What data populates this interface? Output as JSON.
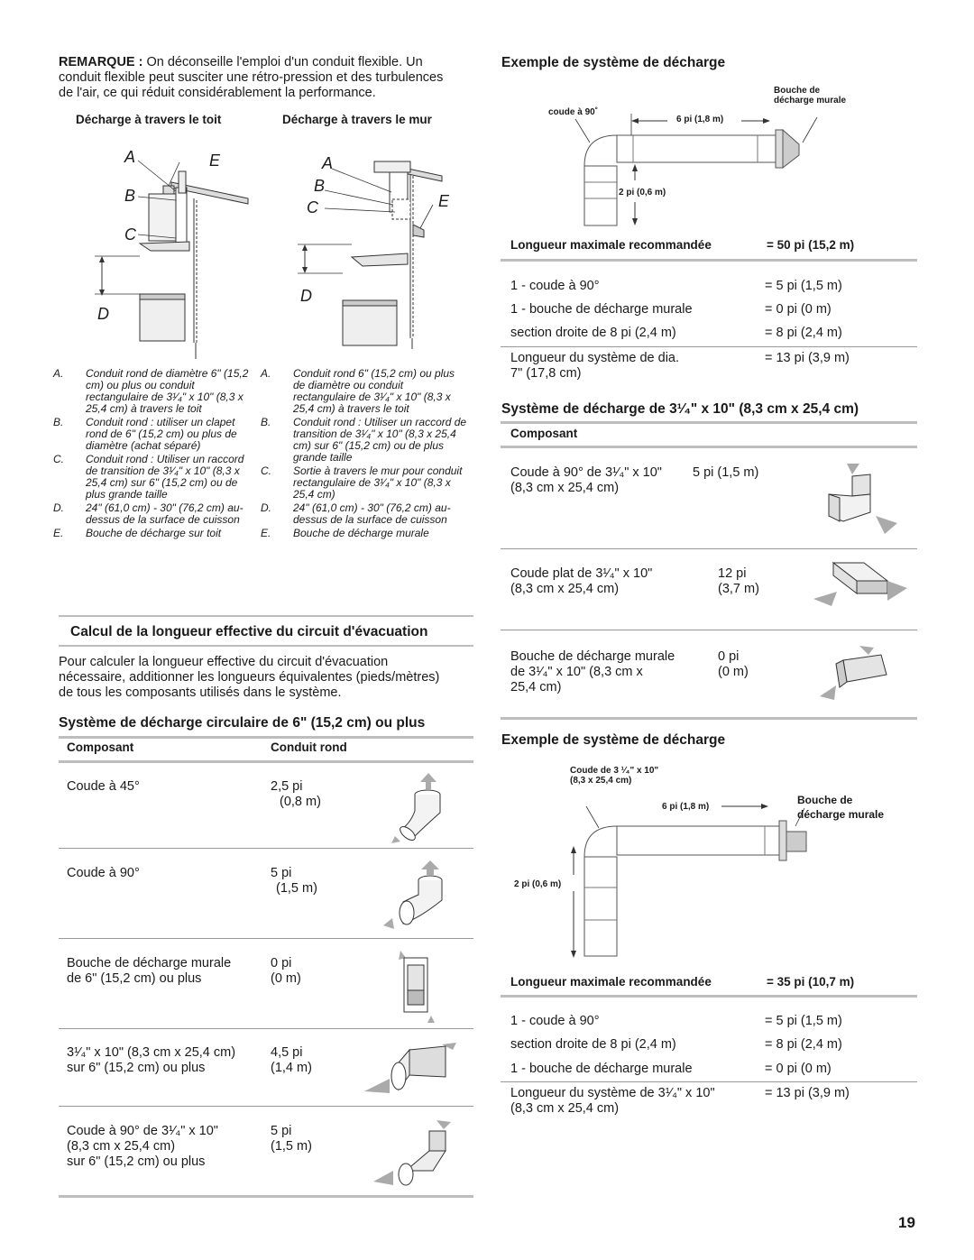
{
  "note": {
    "prefix": "REMARQUE :",
    "line1": " On déconseille l'emploi d'un conduit flexible. Un",
    "line2": "conduit flexible peut susciter une rétro-pression et des turbulences",
    "line3": "de l'air, ce qui réduit considérablement la performance."
  },
  "fig_top": {
    "roof_title": "Décharge à travers le toit",
    "wall_title": "Décharge à travers le mur",
    "roof_letters": [
      "A",
      "E",
      "B",
      "C",
      "D"
    ],
    "wall_letters": [
      "A",
      "B",
      "C",
      "E",
      "D"
    ]
  },
  "legend_roof": [
    {
      "k": "A.",
      "t": "Conduit rond de diamètre 6\" (15,2 cm) ou plus ou conduit rectangulaire de 3¹⁄₄\" x 10\" (8,3 x 25,4 cm) à travers le toit"
    },
    {
      "k": "B.",
      "t": "Conduit rond : utiliser un clapet rond de 6\" (15,2 cm) ou plus de diamètre (achat séparé)"
    },
    {
      "k": "C.",
      "t": "Conduit rond : Utiliser un raccord de transition de 3¹⁄₄\" x 10\" (8,3 x 25,4 cm) sur 6\" (15,2 cm) ou de plus grande taille"
    },
    {
      "k": "D.",
      "t": "24\" (61,0 cm) - 30\" (76,2 cm) au-dessus de la surface de cuisson"
    },
    {
      "k": "E.",
      "t": "Bouche de décharge sur toit"
    }
  ],
  "legend_wall": [
    {
      "k": "A.",
      "t": "Conduit rond 6\" (15,2 cm) ou plus de diamètre ou conduit rectangulaire de 3¹⁄₄\" x 10\" (8,3 x 25,4 cm) à travers le toit"
    },
    {
      "k": "B.",
      "t": "Conduit rond : Utiliser un raccord de transition de 3¹⁄₄\" x 10\" (8,3 x 25,4 cm) sur 6\" (15,2 cm) ou de plus grande taille"
    },
    {
      "k": "C.",
      "t": "Sortie à travers le mur pour conduit rectangulaire de 3¹⁄₄\" x 10\" (8,3 x 25,4 cm)"
    },
    {
      "k": "D.",
      "t": "24\" (61,0 cm) - 30\" (76,2 cm) au-dessus de la surface de cuisson"
    },
    {
      "k": "E.",
      "t": "Bouche de décharge murale"
    }
  ],
  "calc": {
    "heading": "Calcul de la longueur effective du circuit d'évacuation",
    "line1": "Pour calculer la longueur effective du circuit d'évacuation",
    "line2": "nécessaire, additionner les longueurs équivalentes (pieds/mètres)",
    "line3": "de tous les composants utilisés dans le système."
  },
  "circ": {
    "heading": "Système de décharge circulaire de 6\" (15,2 cm) ou plus",
    "col1": "Composant",
    "col2": "Conduit rond",
    "rows": [
      {
        "a": "Coude à 45°",
        "a2": "",
        "a3": "",
        "b": "2,5 pi",
        "b2": "(0,8 m)"
      },
      {
        "a": "Coude à 90°",
        "a2": "",
        "a3": "",
        "b": "5 pi",
        "b2": "(1,5 m)"
      },
      {
        "a": "Bouche de décharge murale",
        "a2": "de 6\" (15,2 cm) ou plus",
        "a3": "",
        "b": "0 pi",
        "b2": "(0 m)"
      },
      {
        "a": "3¹⁄₄\" x 10\" (8,3 cm x 25,4 cm)",
        "a2": "sur 6\" (15,2 cm) ou plus",
        "a3": "",
        "b": "4,5 pi",
        "b2": "(1,4 m)"
      },
      {
        "a": "Coude à 90° de 3¹⁄₄\" x 10\"",
        "a2": "(8,3 cm x 25,4 cm)",
        "a3": "sur 6\" (15,2 cm) ou plus",
        "b": "5 pi",
        "b2": "(1,5 m)"
      }
    ]
  },
  "ex1": {
    "heading": "Exemple de système de décharge",
    "elbow": "coude à 90˚",
    "len6": "6 pi (1,8 m)",
    "len2": "2 pi (0,6 m)",
    "cap1": "Bouche de",
    "cap2": "décharge murale",
    "max_label": "Longueur maximale recommandée",
    "max_val": "= 50 pi (15,2 m)",
    "rows": [
      {
        "a": "1 - coude à 90°",
        "b": "= 5 pi (1,5 m)"
      },
      {
        "a": "1 - bouche de décharge murale",
        "b": "= 0 pi (0 m)"
      },
      {
        "a": "section droite de 8 pi (2,4 m)",
        "b": "= 8 pi (2,4 m)"
      }
    ],
    "total_a": "Longueur du système de dia.",
    "total_a2": "7\" (17,8 cm)",
    "total_b": "= 13 pi (3,9 m)"
  },
  "rect": {
    "heading": "Système de décharge de 3¹⁄₄\" x 10\" (8,3 cm x 25,4 cm)",
    "col1": "Composant",
    "rows": [
      {
        "a": "Coude à 90° de 3¹⁄₄\" x 10\"",
        "a2": "(8,3 cm x 25,4 cm)",
        "a3": "",
        "b": "5 pi (1,5 m)",
        "b2": ""
      },
      {
        "a": "Coude plat de 3¹⁄₄\" x 10\"",
        "a2": "(8,3 cm x 25,4 cm)",
        "a3": "",
        "b": "12 pi",
        "b2": "(3,7 m)"
      },
      {
        "a": "Bouche de décharge murale",
        "a2": "de 3¹⁄₄\" x 10\" (8,3 cm x",
        "a3": "25,4 cm)",
        "b": "0 pi",
        "b2": "(0 m)"
      }
    ]
  },
  "ex2": {
    "heading": "Exemple de système de décharge",
    "elbow1": "Coude de 3 ¹⁄₄\" x 10\"",
    "elbow2": "(8,3  x  25,4  cm)",
    "len6": "6 pi (1,8 m)",
    "len2": "2 pi (0,6 m)",
    "cap1": "Bouche de",
    "cap2": "décharge murale",
    "max_label": "Longueur maximale recommandée",
    "max_val": "= 35 pi (10,7 m)",
    "rows": [
      {
        "a": "1 - coude à 90°",
        "b": "= 5 pi (1,5 m)"
      },
      {
        "a": "section droite de 8 pi (2,4 m)",
        "b": "= 8 pi (2,4 m)"
      },
      {
        "a": "1 - bouche de décharge murale",
        "b": "= 0 pi (0 m)"
      }
    ],
    "total_a": "Longueur du système de 3¹⁄₄\" x 10\"",
    "total_a2": "(8,3 cm x 25,4 cm)",
    "total_b": "= 13 pi (3,9 m)"
  },
  "page_number": "19"
}
